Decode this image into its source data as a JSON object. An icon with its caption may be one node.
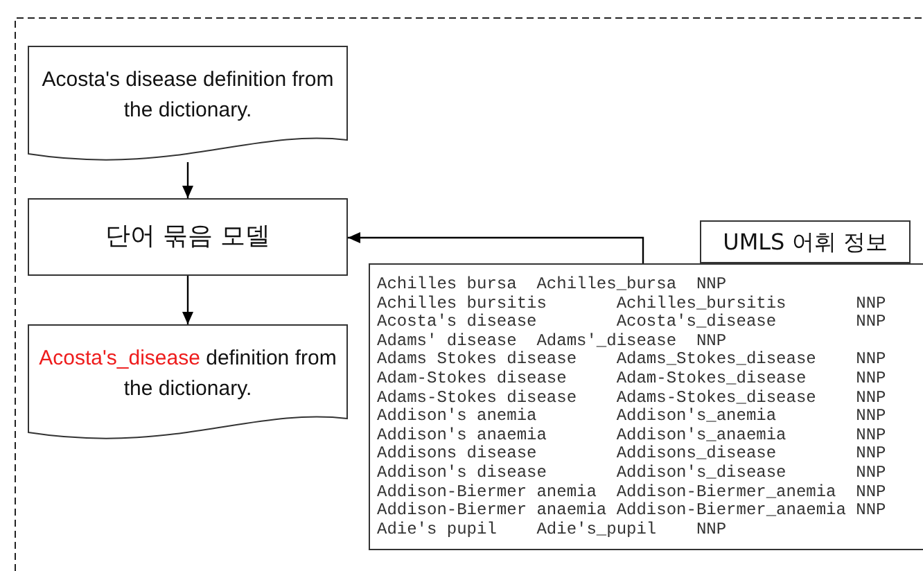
{
  "diagram": {
    "nodes": [
      {
        "text": [
          "Acosta's disease definition from the dictionary."
        ]
      },
      {
        "text": [
          "단어 묶음 모델"
        ]
      },
      {
        "text": [
          "Acosta's_disease",
          "definition from the dictionary."
        ]
      },
      {
        "text": [
          "UMLS 어휘 정보"
        ]
      },
      {
        "text": [
          "Achilles bursa  Achilles_bursa  NNP",
          "Achilles bursitis       Achilles_bursitis       NNP",
          "Acosta's disease        Acosta's_disease        NNP",
          "Adams' disease  Adams'_disease  NNP",
          "Adams Stokes disease    Adams_Stokes_disease    NNP",
          "Adam-Stokes disease     Adam-Stokes_disease     NNP",
          "Adams-Stokes disease    Adams-Stokes_disease    NNP",
          "Addison's anemia        Addison's_anemia        NNP",
          "Addison's anaemia       Addison's_anaemia       NNP",
          "Addisons disease        Addisons_disease        NNP",
          "Addison's disease       Addison's_disease       NNP",
          "Addison-Biermer anemia  Addison-Biermer_anemia  NNP",
          "Addison-Biermer anaemia Addison-Biermer_anaemia NNP",
          "Adie's pupil    Adie's_pupil    NNP"
        ]
      }
    ],
    "edges": [
      {
        "from": 0,
        "to": 1,
        "arrow": "to"
      },
      {
        "from": 1,
        "to": 2,
        "arrow": "to"
      },
      {
        "from": 4,
        "to": 1,
        "arrow": "to"
      }
    ]
  }
}
